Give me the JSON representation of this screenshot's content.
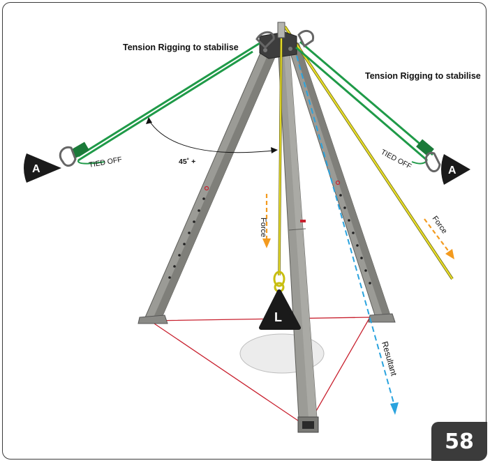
{
  "labels": {
    "tension_left": "Tension Rigging to stabilise",
    "tension_right": "Tension Rigging to stabilise",
    "tied_off_left": "TIED OFF",
    "tied_off_right": "TIED OFF",
    "angle": "45˚ +",
    "force_left": "Force",
    "force_right": "Force",
    "resultant": "Resultant"
  },
  "markers": {
    "anchor_left": "A",
    "anchor_right": "A",
    "load": "L"
  },
  "page_number": "58",
  "colors": {
    "leg": "#9b9b96",
    "leg_dark": "#6e6e6a",
    "rigging": "#1f9a48",
    "rope": "#e8de2a",
    "base_rope": "#c8202e",
    "force_arrow": "#f39a1e",
    "resultant_arrow": "#2aa3de",
    "marker": "#1a1a1a"
  }
}
